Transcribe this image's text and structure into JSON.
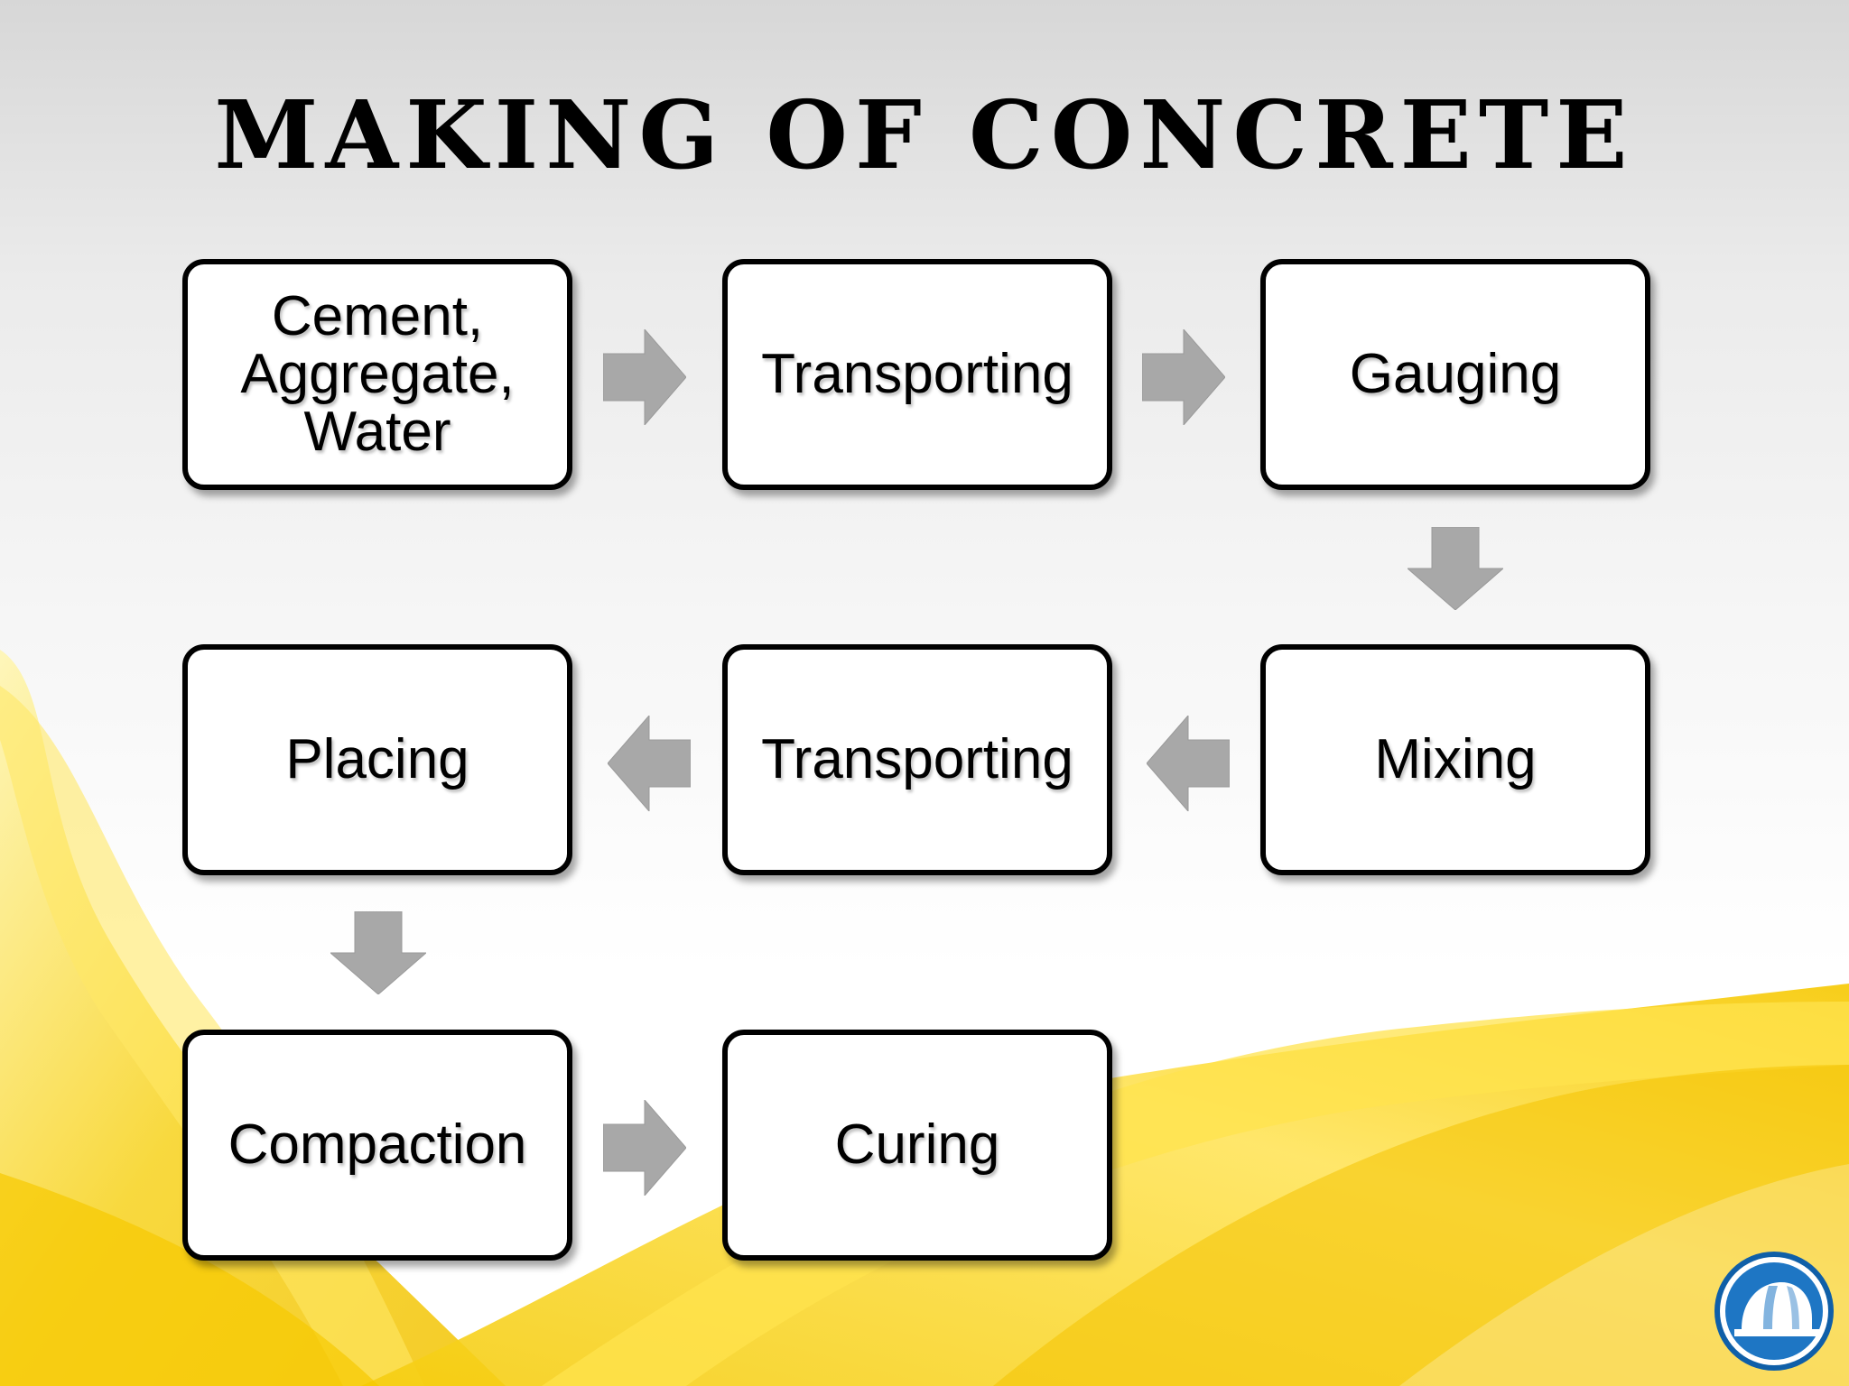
{
  "title": "Making of Concrete",
  "steps": [
    {
      "id": "materials",
      "label": "Cement, Aggregate, Water"
    },
    {
      "id": "transporting-1",
      "label": "Transporting"
    },
    {
      "id": "gauging",
      "label": "Gauging"
    },
    {
      "id": "mixing",
      "label": "Mixing"
    },
    {
      "id": "transporting-2",
      "label": "Transporting"
    },
    {
      "id": "placing",
      "label": "Placing"
    },
    {
      "id": "compaction",
      "label": "Compaction"
    },
    {
      "id": "curing",
      "label": "Curing"
    }
  ],
  "colors": {
    "arrow": "#a8a8a8",
    "ribbon": "#f7d21c",
    "badge_blue": "#1e76c4"
  },
  "icons": {
    "logo": "hard-hat-icon"
  }
}
